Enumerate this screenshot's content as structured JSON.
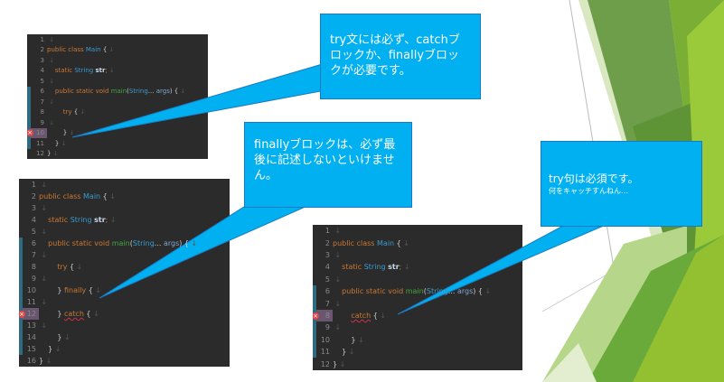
{
  "callouts": [
    {
      "text": "try文には必ず、catchブロックか、finallyブロックが必要です。"
    },
    {
      "text": "finallyブロックは、必ず最後に記述しないといけません。"
    },
    {
      "text": "try句は必須です。",
      "subtext": "何をキャッチすんねん…"
    }
  ],
  "colors": {
    "callout": "#00b0f0",
    "editor_bg": "#2b2b2b",
    "keyword": "#cc7832",
    "type": "#3a9bd0",
    "method": "#3fa83f",
    "green_dark": "#5f9436",
    "green_light": "#a4c93a"
  },
  "panels": [
    {
      "error_line": 10,
      "lines": [
        [],
        [
          [
            "public class ",
            "kw"
          ],
          [
            "Main ",
            "ty"
          ],
          [
            "{",
            "pl"
          ]
        ],
        [],
        [
          [
            "    static ",
            "kw"
          ],
          [
            "String ",
            "ty"
          ],
          [
            "str",
            "id"
          ],
          [
            ";",
            "kw"
          ]
        ],
        [],
        [
          [
            "    public static void ",
            "kw"
          ],
          [
            "main",
            "fn"
          ],
          [
            "(",
            "pl"
          ],
          [
            "String",
            "ty"
          ],
          [
            "... ",
            "pl"
          ],
          [
            "args",
            "pa"
          ],
          [
            ") {",
            "pl"
          ]
        ],
        [],
        [
          [
            "        try ",
            "kw"
          ],
          [
            "{",
            "pl"
          ]
        ],
        [],
        [
          [
            "        }",
            "pl"
          ]
        ],
        [
          [
            "    }",
            "pl"
          ]
        ],
        [
          [
            "}",
            "pl"
          ]
        ]
      ]
    },
    {
      "error_line": 12,
      "lines": [
        [],
        [
          [
            "public class ",
            "kw"
          ],
          [
            "Main ",
            "ty"
          ],
          [
            "{",
            "pl"
          ]
        ],
        [],
        [
          [
            "    static ",
            "kw"
          ],
          [
            "String ",
            "ty"
          ],
          [
            "str",
            "id"
          ],
          [
            ";",
            "kw"
          ]
        ],
        [],
        [
          [
            "    public static void ",
            "kw"
          ],
          [
            "main",
            "fn"
          ],
          [
            "(",
            "pl"
          ],
          [
            "String",
            "ty"
          ],
          [
            "... ",
            "pl"
          ],
          [
            "args",
            "pa"
          ],
          [
            ") {",
            "pl"
          ]
        ],
        [],
        [
          [
            "        try ",
            "kw"
          ],
          [
            "{",
            "pl"
          ]
        ],
        [],
        [
          [
            "        } ",
            "pl"
          ],
          [
            "finally ",
            "kw"
          ],
          [
            "{",
            "pl"
          ]
        ],
        [],
        [
          [
            "        } ",
            "pl"
          ],
          [
            "catch",
            "err"
          ],
          [
            " {",
            "pl"
          ]
        ],
        [],
        [
          [
            "        }",
            "pl"
          ]
        ],
        [
          [
            "    }",
            "pl"
          ]
        ],
        [
          [
            "}",
            "pl"
          ]
        ]
      ]
    },
    {
      "error_line": 8,
      "lines": [
        [],
        [
          [
            "public class ",
            "kw"
          ],
          [
            "Main ",
            "ty"
          ],
          [
            "{",
            "pl"
          ]
        ],
        [],
        [
          [
            "    static ",
            "kw"
          ],
          [
            "String ",
            "ty"
          ],
          [
            "str",
            "id"
          ],
          [
            ";",
            "kw"
          ]
        ],
        [],
        [
          [
            "    public static void ",
            "kw"
          ],
          [
            "main",
            "fn"
          ],
          [
            "(",
            "pl"
          ],
          [
            "String",
            "ty"
          ],
          [
            "... ",
            "pl"
          ],
          [
            "args",
            "pa"
          ],
          [
            ") {",
            "pl"
          ]
        ],
        [],
        [
          [
            "        ",
            "pl"
          ],
          [
            "catch",
            "err"
          ],
          [
            " {",
            "pl"
          ]
        ],
        [],
        [
          [
            "        }",
            "pl"
          ]
        ],
        [
          [
            "    }",
            "pl"
          ]
        ],
        [
          [
            "}",
            "pl"
          ]
        ]
      ]
    }
  ]
}
